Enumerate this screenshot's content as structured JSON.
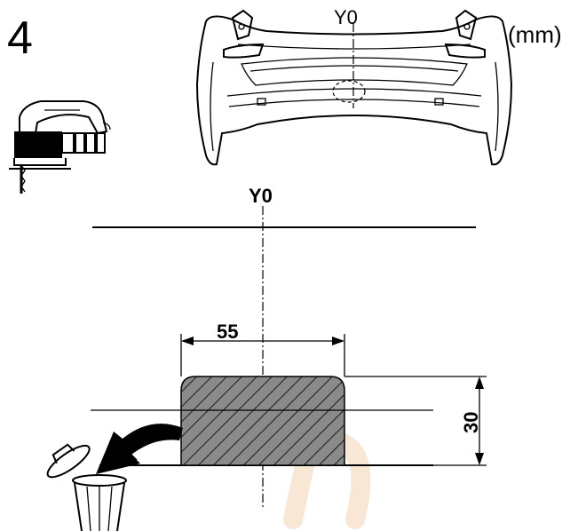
{
  "step_number": "4",
  "unit_label": "(mm)",
  "bumper_axis_label": "Y0",
  "section_axis_label": "Y0",
  "cut_width": "55",
  "cut_height": "30",
  "colors": {
    "line": "#000000",
    "hatch_fill": "#8a8a8a",
    "watermark": "#f2c9a4"
  }
}
